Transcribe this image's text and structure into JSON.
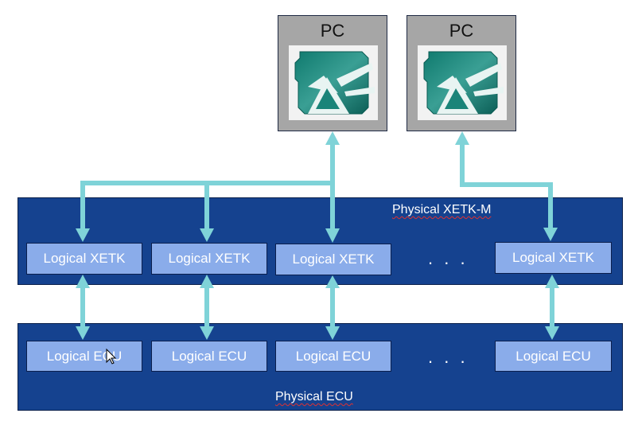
{
  "pcs": [
    {
      "title": "PC",
      "icon": "app-logo-icon"
    },
    {
      "title": "PC",
      "icon": "app-logo-icon"
    }
  ],
  "xetk_m": {
    "label": "Physical XETK-M",
    "items": [
      "Logical XETK",
      "Logical XETK",
      "Logical XETK",
      "Logical XETK"
    ],
    "ellipsis": ". . ."
  },
  "ecu": {
    "label": "Physical ECU",
    "items": [
      "Logical ECU",
      "Logical ECU",
      "Logical ECU",
      "Logical ECU"
    ],
    "ellipsis": ". . ."
  },
  "colors": {
    "physical": "#15428f",
    "logical": "#8aacea",
    "arrow": "#7fd3d8",
    "pc": "#a6a6a6"
  }
}
